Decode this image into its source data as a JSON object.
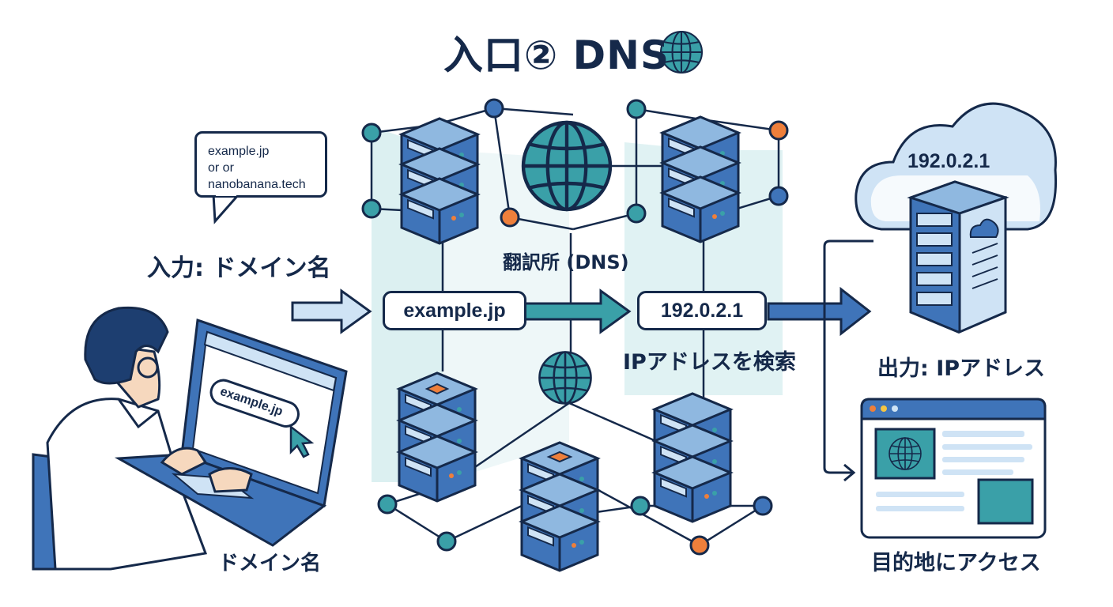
{
  "title": "入口② DNS",
  "input_bubble": {
    "line1": "example.jp",
    "line2": "or or",
    "line3": "nanobanana.tech"
  },
  "input_label": "入力: ドメイン名",
  "laptop_url": "example.jp",
  "person_label": "ドメイン名",
  "query_pill": "example.jp",
  "translator_label": "翻訳所 (DNS)",
  "result_pill": "192.0.2.1",
  "lookup_label": "IPアドレスを検索",
  "cloud_ip": "192.0.2.1",
  "output_label": "出力: IPアドレス",
  "access_label": "目的地にアクセス",
  "icons": [
    "globe-icon",
    "server-icon",
    "cloud-icon",
    "cursor-icon",
    "arrow-right-icon"
  ],
  "colors": {
    "navy": "#15294a",
    "blue": "#3f74b9",
    "teal": "#3aa0a8",
    "light_teal": "#d3ecee",
    "orange": "#ee7f3b",
    "light_blue": "#cfe3f5"
  }
}
